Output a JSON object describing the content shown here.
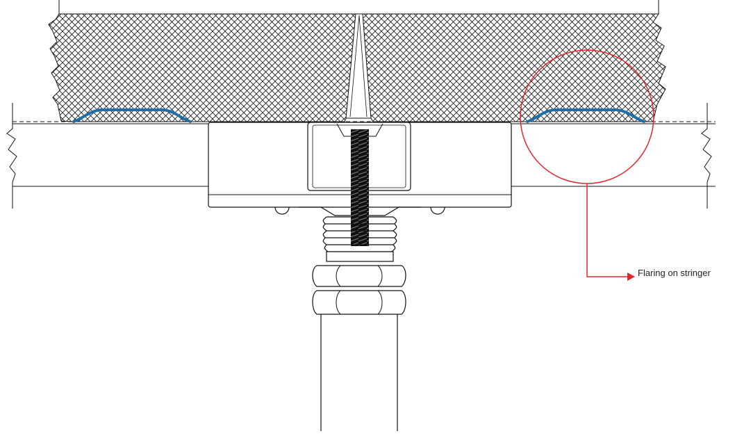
{
  "colors": {
    "line": "#111111",
    "gasket": "#1f6ea8",
    "callout": "#e3262b",
    "background": "#ffffff"
  },
  "callout": {
    "label": "Flaring on stringer",
    "icon": "arrow-right-icon"
  },
  "hatch_pattern": "crosshatch",
  "components": [
    "floor-panel",
    "gaskets",
    "stringers",
    "pedestal-head",
    "threaded-rod",
    "hex-nuts",
    "pedestal-column"
  ]
}
